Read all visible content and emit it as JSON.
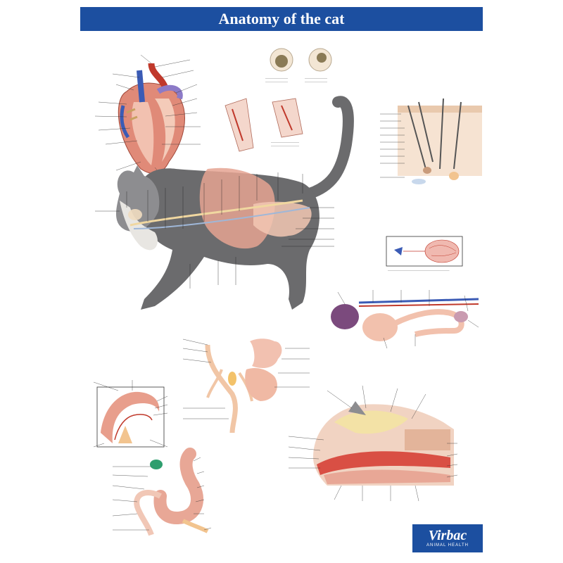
{
  "header": {
    "title": "Anatomy of the cat"
  },
  "logo": {
    "brand": "Virbac",
    "subtitle": "ANIMAL HEALTH"
  },
  "colors": {
    "header_blue": "#1c4fa0",
    "cat_grey": "#6b6b6d",
    "organ_pink": "#e9a79c",
    "organ_red": "#c0392b",
    "vessel_blue": "#3b5bb5",
    "bile_green": "#2e9e6e"
  },
  "figures": [
    {
      "name": "heart"
    },
    {
      "name": "heart-valves"
    },
    {
      "name": "skin-section"
    },
    {
      "name": "cat-body"
    },
    {
      "name": "eye"
    },
    {
      "name": "urogenital-system"
    },
    {
      "name": "bronchial-tree"
    },
    {
      "name": "inner-ear"
    },
    {
      "name": "digestive-tract"
    },
    {
      "name": "head-section"
    }
  ],
  "icons": {
    "logo": "virbac-logo"
  }
}
